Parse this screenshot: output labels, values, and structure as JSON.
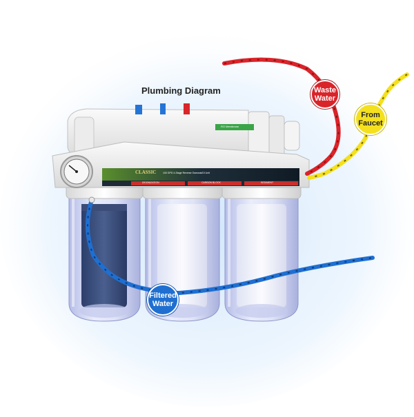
{
  "title": "Plumbing Diagram",
  "labels": {
    "waste_water": [
      "Waste",
      "Water"
    ],
    "from_faucet": [
      "From",
      "Faucet"
    ],
    "filtered_water": [
      "Filtered",
      "Water"
    ]
  },
  "unit_label": {
    "brand": "CLASSIC",
    "description": "100 GPD 4-Stage Reverse Osmosis/DI Unit",
    "stages": [
      "DEIONIZATION",
      "CARBON BLOCK",
      "SEDIMENT"
    ],
    "membrane_tag": "RO Membrane"
  },
  "colors": {
    "waste": "#d9242a",
    "faucet": "#f4e01e",
    "filtered": "#1f6fd1",
    "background_glow": "#cfe6fb"
  }
}
